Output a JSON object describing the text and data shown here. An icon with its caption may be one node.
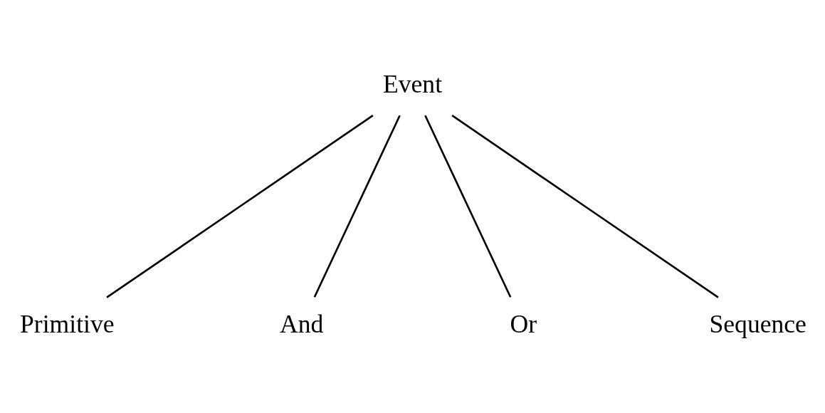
{
  "diagram": {
    "nodes": [
      {
        "text": [
          "Event"
        ]
      },
      {
        "text": [
          "Primitive"
        ]
      },
      {
        "text": [
          "And"
        ]
      },
      {
        "text": [
          "Or"
        ]
      },
      {
        "text": [
          "Sequence"
        ]
      }
    ],
    "edges": [
      {
        "from": 0,
        "to": 1,
        "arrow": "none"
      },
      {
        "from": 0,
        "to": 2,
        "arrow": "none"
      },
      {
        "from": 0,
        "to": 3,
        "arrow": "none"
      },
      {
        "from": 0,
        "to": 4,
        "arrow": "none"
      }
    ]
  }
}
